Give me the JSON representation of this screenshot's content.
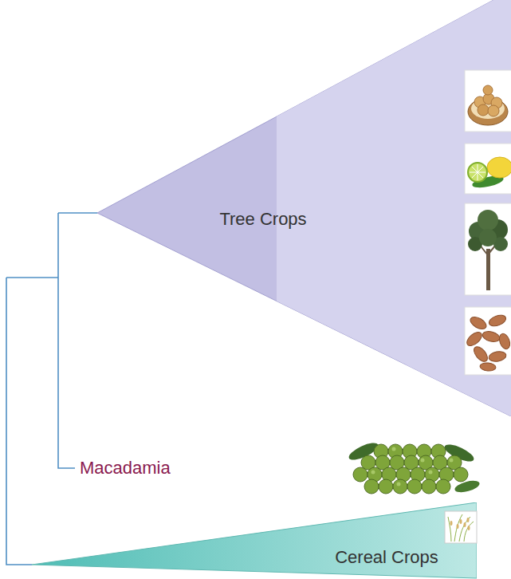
{
  "diagram": {
    "nodes": [
      {
        "text": [
          "Tree Crops"
        ]
      },
      {
        "text": [
          "Cereal Crops"
        ]
      }
    ],
    "labels": [
      "Macadamia"
    ]
  }
}
